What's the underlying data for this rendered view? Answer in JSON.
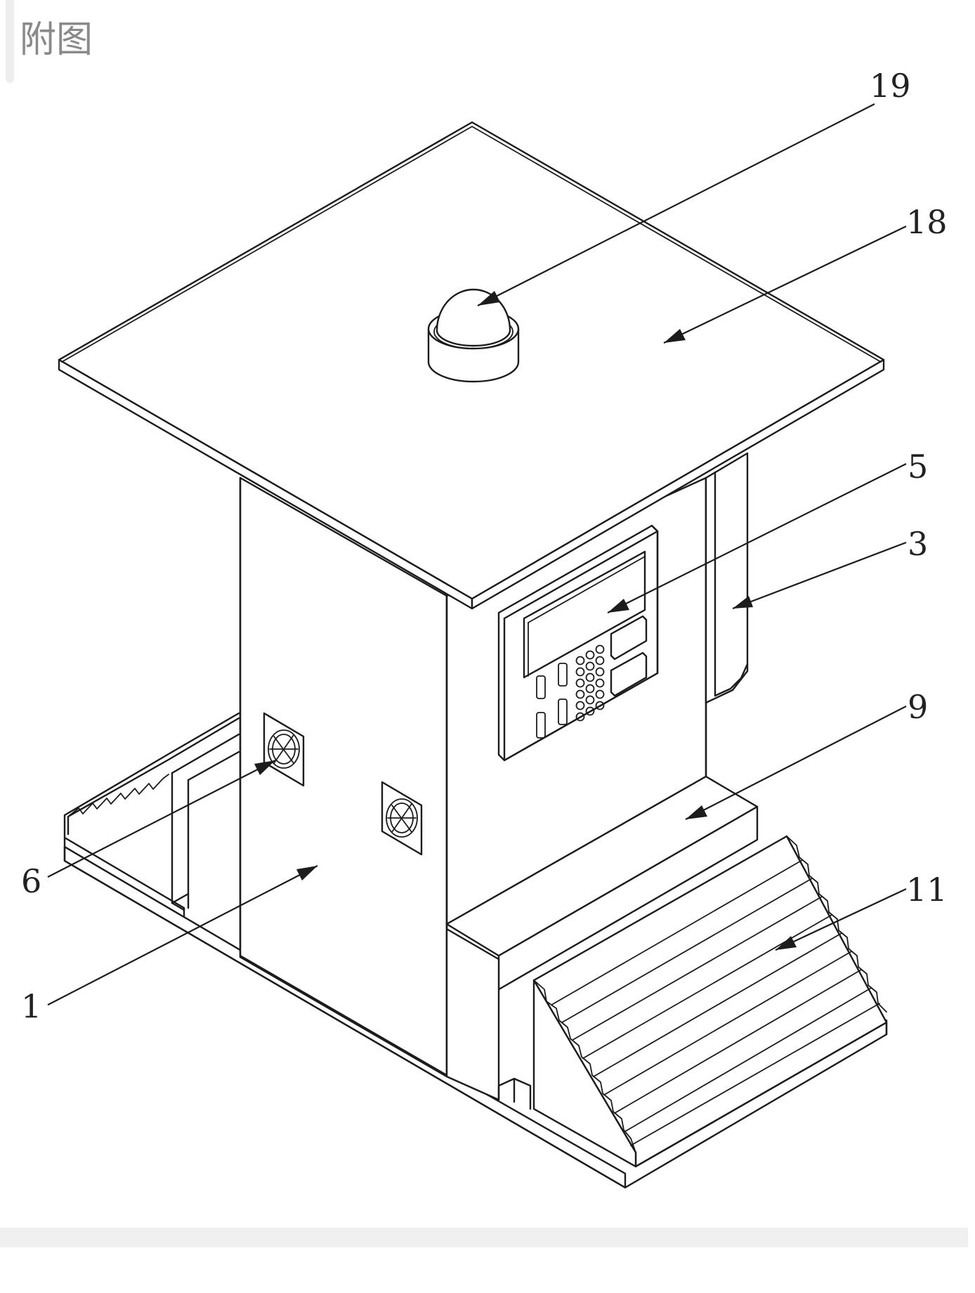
{
  "caption": "附图",
  "callouts": [
    {
      "id": "19",
      "label": "19"
    },
    {
      "id": "18",
      "label": "18"
    },
    {
      "id": "5",
      "label": "5"
    },
    {
      "id": "3",
      "label": "3"
    },
    {
      "id": "9",
      "label": "9"
    },
    {
      "id": "11",
      "label": "11"
    },
    {
      "id": "6",
      "label": "6"
    },
    {
      "id": "1",
      "label": "1"
    }
  ],
  "colors": {
    "line": "#1c1c1c",
    "caption": "#8a8a8a",
    "background": "#ffffff"
  }
}
